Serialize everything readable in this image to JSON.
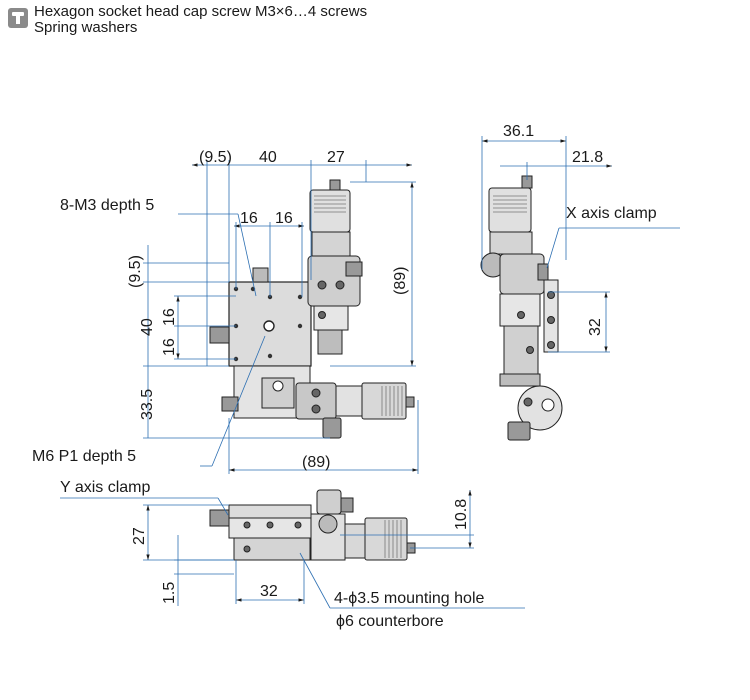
{
  "note": {
    "lines": [
      "Hexagon socket head cap screw M3×6…4 screws",
      "Spring washers"
    ]
  },
  "labels": {
    "d_9_5_top": "(9.5)",
    "d_40_top": "40",
    "d_27_top": "27",
    "d_16_a": "16",
    "d_16_b": "16",
    "d_9_5_left": "(9.5)",
    "d_40_left": "40",
    "d_16_left_a": "16",
    "d_16_left_b": "16",
    "d_33_5": "33.5",
    "d_89_right": "(89)",
    "d_89_bottom": "(89)",
    "d_36_1": "36.1",
    "d_21_8": "21.8",
    "d_32_side": "32",
    "d_10_8": "10.8",
    "d_27_front": "27",
    "d_1_5": "1.5",
    "d_32_front": "32",
    "m3_depth": "8-M3 depth 5",
    "m6_depth": "M6 P1 depth 5",
    "x_clamp": "X axis clamp",
    "y_clamp": "Y axis clamp",
    "mount_hole": "4-ϕ3.5 mounting hole",
    "counterbore": "ϕ6 counterbore"
  }
}
